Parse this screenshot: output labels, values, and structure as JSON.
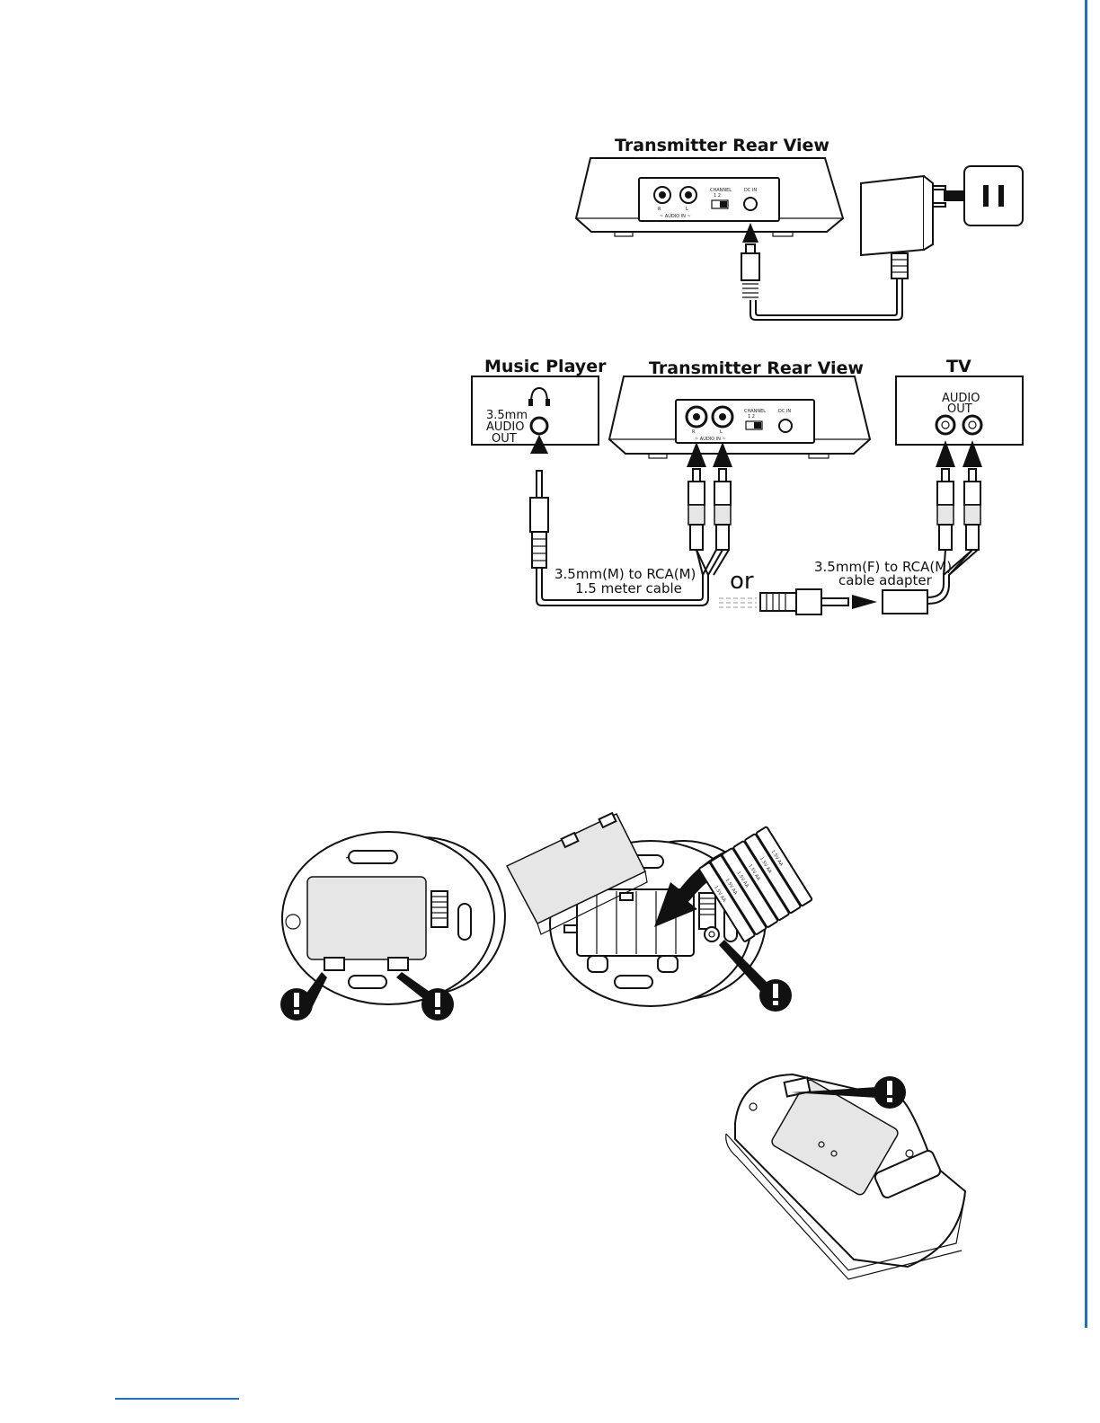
{
  "colors": {
    "accent_rule": "#1a6fd6",
    "ink": "#111111"
  },
  "diagram_power": {
    "title": "Transmitter Rear View",
    "panel_labels": {
      "channel": "CHANNEL",
      "channel_values": "1   2",
      "dc_in": "DC IN",
      "audio_in": "~ AUDIO IN ~",
      "r": "R",
      "l": "L"
    }
  },
  "diagram_audio": {
    "title_left": "Music Player",
    "title_center": "Transmitter Rear View",
    "title_right": "TV",
    "music_player_lines": [
      "3.5mm",
      "AUDIO",
      "OUT"
    ],
    "tv_lines": [
      "AUDIO",
      "OUT"
    ],
    "panel_labels": {
      "channel": "CHANNEL",
      "channel_values": "1   2",
      "dc_in": "DC IN",
      "audio_in": "~ AUDIO IN ~",
      "r": "R",
      "l": "L"
    },
    "cable_lines": [
      "3.5mm(M) to RCA(M)",
      "1.5 meter cable"
    ],
    "or_text": "or",
    "adapter_lines": [
      "3.5mm(F) to RCA(M)",
      "cable adapter"
    ]
  },
  "battery_labels": [
    "1.5V AA",
    "1.5V AA",
    "1.5V AA",
    "1.5V AA",
    "1.5V AA",
    "1.5V AA"
  ],
  "icons": [
    "wall-outlet-icon",
    "power-adapter-icon",
    "headphone-icon",
    "rca-plug-icon",
    "caution-icon",
    "curved-arrow-icon"
  ]
}
